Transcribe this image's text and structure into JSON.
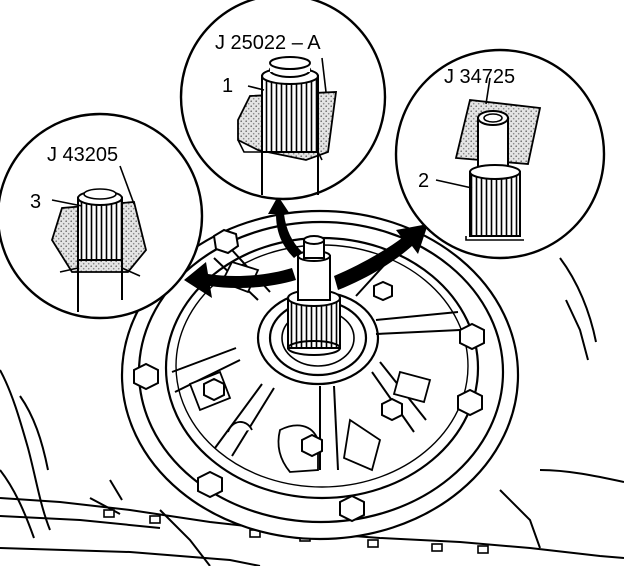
{
  "tools": {
    "upper": "J 25022 – A",
    "right": "J 34725",
    "left": "J 43205"
  },
  "callouts": [
    "1",
    "2",
    "3"
  ],
  "colors": {
    "line": "#000000",
    "background": "#ffffff",
    "shading": "#b4b4b4"
  }
}
